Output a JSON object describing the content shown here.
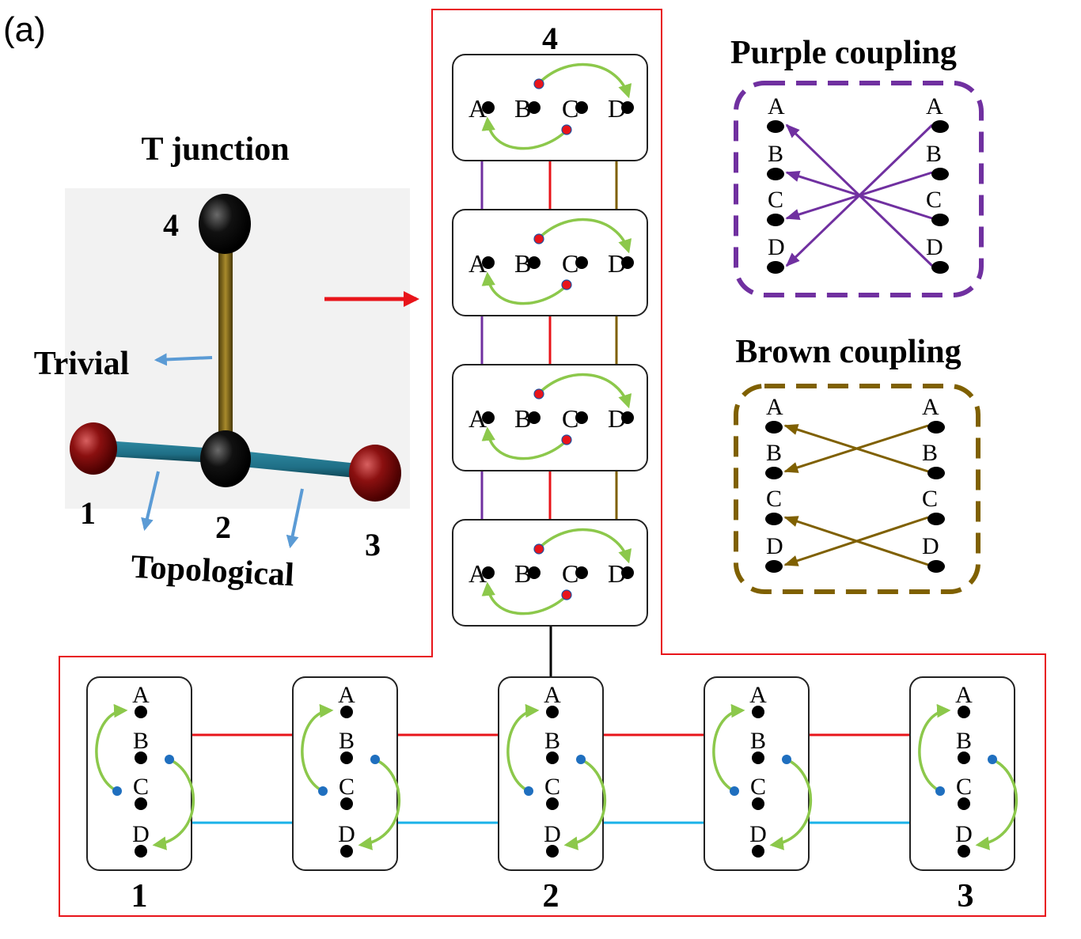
{
  "panel_label": "(a)",
  "t_junction": {
    "title": "T junction",
    "node_labels": [
      "1",
      "2",
      "3",
      "4"
    ],
    "trivial_label": "Trivial",
    "topological_label": "Topological"
  },
  "site_letters": [
    "A",
    "B",
    "C",
    "D"
  ],
  "vertical_chain": {
    "top_label": "4",
    "num_sites": 4,
    "couplings": [
      "purple",
      "red",
      "brown"
    ]
  },
  "horizontal_chain": {
    "num_sites": 5,
    "bottom_labels": [
      "1",
      "",
      "2",
      "",
      "3"
    ],
    "couplings": [
      "red",
      "blue"
    ]
  },
  "purple_coupling": {
    "title": "Purple coupling",
    "connections": [
      [
        "A",
        "D"
      ],
      [
        "B",
        "C"
      ],
      [
        "C",
        "B"
      ],
      [
        "D",
        "A"
      ]
    ]
  },
  "brown_coupling": {
    "title": "Brown coupling",
    "connections": [
      [
        "A",
        "B"
      ],
      [
        "B",
        "A"
      ],
      [
        "C",
        "D"
      ],
      [
        "D",
        "C"
      ]
    ]
  },
  "colors": {
    "red": "#e8141a",
    "purple": "#7030a0",
    "brown": "#7f6000",
    "blue": "#1ab2e8",
    "green_arrow": "#8cc84b",
    "wire_gold": "#8b6d1c",
    "wire_teal": "#1f6f86",
    "arrow_blue": "#5b9bd5",
    "node_black": "#000000",
    "node_dark_red": "#8b1010",
    "dot_blue": "#1f6fbf",
    "panel_gray": "#f2f2f2"
  }
}
